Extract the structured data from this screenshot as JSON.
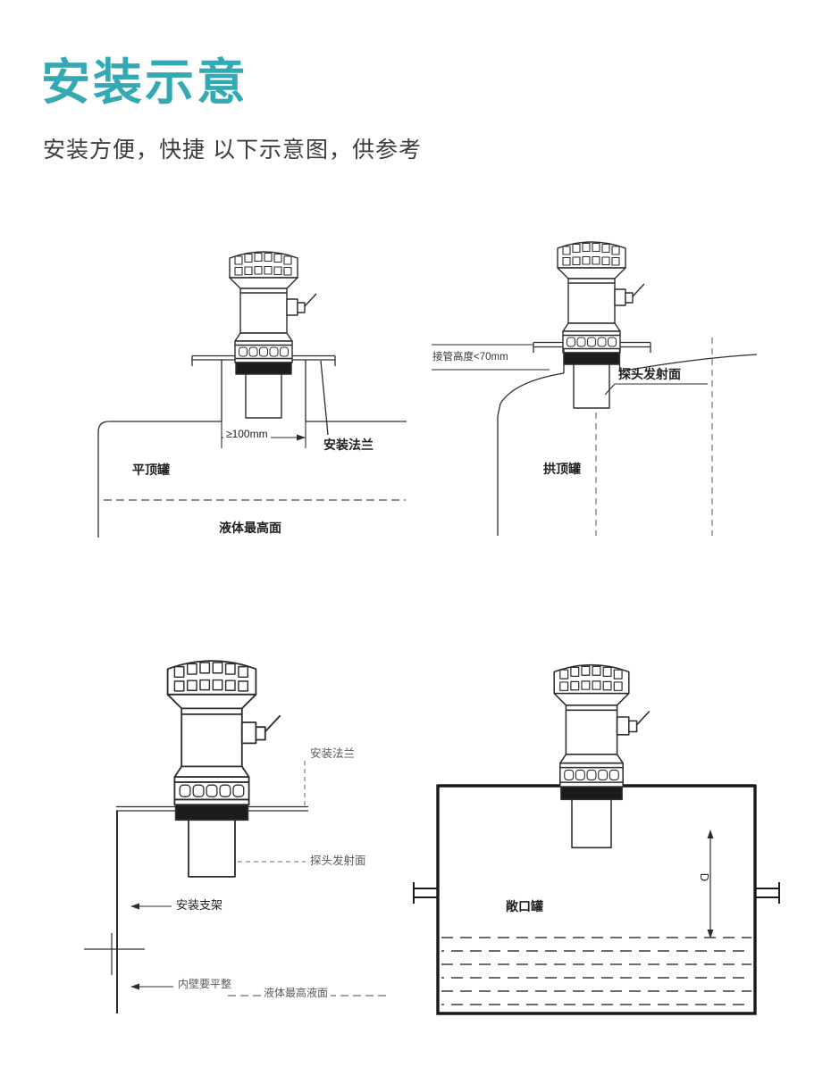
{
  "page": {
    "title": "安装示意",
    "subtitle": "安装方便，快捷 以下示意图，供参考",
    "title_color": "#35a9b3"
  },
  "diagrams": {
    "flat_top": {
      "dim_label": "≥100mm",
      "flange_label": "安装法兰",
      "tank_label": "平顶罐",
      "liquid_label": "液体最高面"
    },
    "arch_top": {
      "pipe_height_label": "接管高度<70mm",
      "probe_label": "探头发射面",
      "tank_label": "拱顶罐"
    },
    "bracket": {
      "flange_label": "安装法兰",
      "probe_label": "探头发射面",
      "bracket_label": "安装支架",
      "wall_label": "内壁要平整",
      "liquid_label": "液体最高液面"
    },
    "open_tank": {
      "tank_label": "敞口罐",
      "dim_label": "D"
    }
  }
}
